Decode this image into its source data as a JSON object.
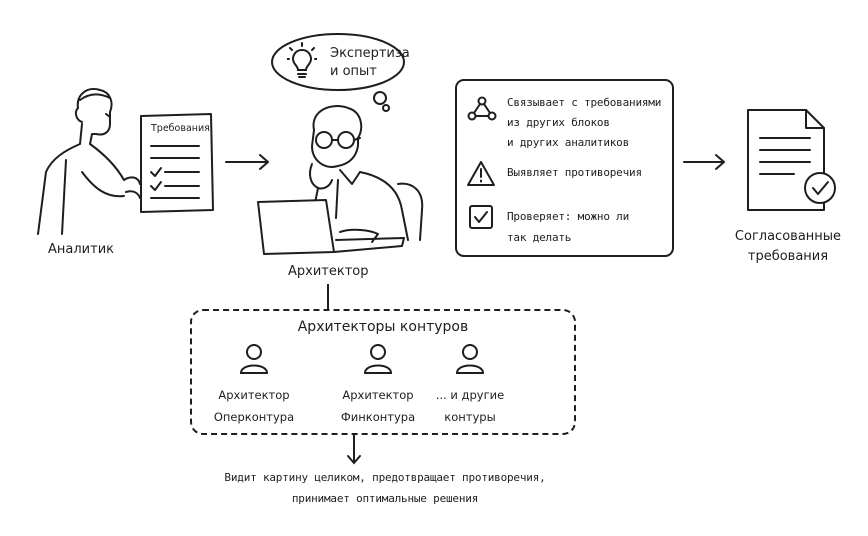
{
  "bubble": {
    "line1": "Экспертиза",
    "line2": "и опыт"
  },
  "analyst": {
    "label": "Аналитик",
    "doc_title": "Требования"
  },
  "architect": {
    "label": "Архитектор"
  },
  "checks": [
    {
      "icon": "nodes-icon",
      "lines": [
        "Связывает с требованиями",
        "из других блоков",
        "и других аналитиков"
      ]
    },
    {
      "icon": "warning-icon",
      "lines": [
        "Выявляет противоречия"
      ]
    },
    {
      "icon": "checkbox-icon",
      "lines": [
        "Проверяет: можно ли",
        "так делать"
      ]
    }
  ],
  "result": {
    "line1": "Согласованные",
    "line2": "требования"
  },
  "contours": {
    "title": "Архитекторы контуров",
    "members": [
      {
        "line1": "Архитектор",
        "line2": "Оперконтура"
      },
      {
        "line1": "Архитектор",
        "line2": "Финконтура"
      },
      {
        "line1": "... и другие",
        "line2": "контуры"
      }
    ]
  },
  "conclusion": {
    "line1": "Видит картину целиком, предотвращает противоречия,",
    "line2": "принимает оптимальные решения"
  }
}
